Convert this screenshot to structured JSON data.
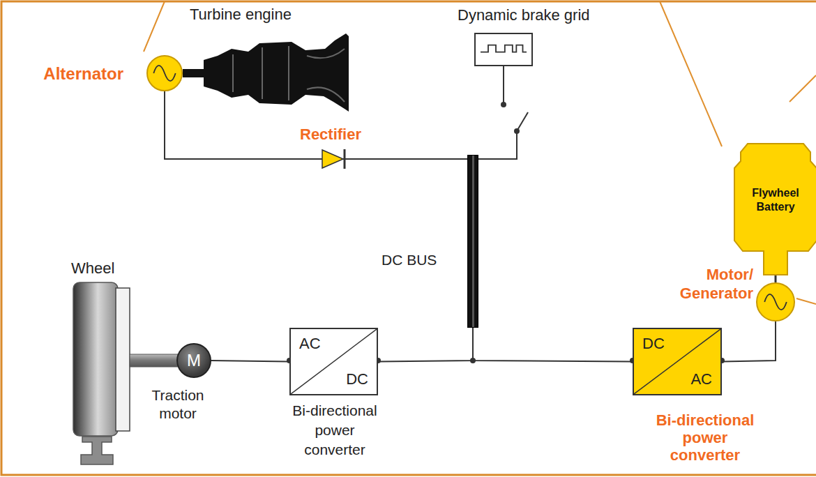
{
  "diagram": {
    "nodes": [
      {
        "text": [
          "Alternator"
        ]
      },
      {
        "text": [
          "Dynamic brake grid"
        ]
      },
      {
        "text": [
          "Flywheel Battery"
        ]
      },
      {
        "text": [
          "DC BUS"
        ]
      },
      {
        "text": [
          "Motor/ Generator"
        ]
      },
      {
        "text": [
          "M",
          "Traction motor"
        ]
      },
      {
        "text": [
          "AC",
          "DC",
          "Bi-directional power converter"
        ]
      },
      {
        "text": [
          "DC",
          "AC",
          "Bi-directional power converter"
        ]
      }
    ],
    "edges": [
      {
        "from": 0,
        "to": 3,
        "arrow": "none"
      },
      {
        "from": 1,
        "to": 3,
        "arrow": "none"
      },
      {
        "from": 3,
        "to": 6,
        "arrow": "none"
      },
      {
        "from": 3,
        "to": 7,
        "arrow": "none"
      },
      {
        "from": 6,
        "to": 5,
        "arrow": "none"
      },
      {
        "from": 7,
        "to": 4,
        "arrow": "none"
      },
      {
        "from": 4,
        "to": 2,
        "arrow": "none"
      }
    ],
    "labels": [
      "Turbine engine",
      "Rectifier",
      "Wheel"
    ]
  }
}
